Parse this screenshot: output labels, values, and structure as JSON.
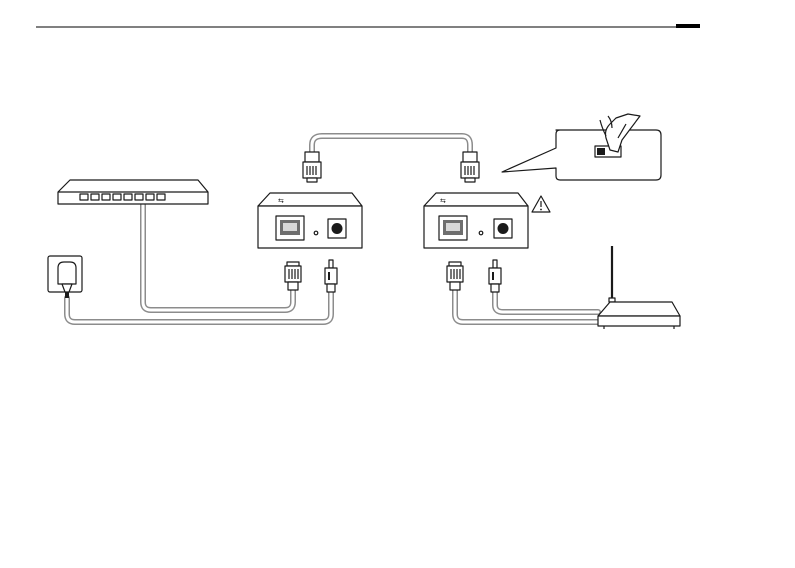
{
  "header": {
    "rule_color": "#000000",
    "tab_color": "#000000"
  },
  "diagram": {
    "devices": [
      {
        "name": "switch",
        "icon": "network-switch-icon"
      },
      {
        "name": "power-adapter",
        "icon": "power-adapter-icon"
      },
      {
        "name": "poe-injector",
        "icon": "poe-injector-icon"
      },
      {
        "name": "poe-splitter",
        "icon": "poe-splitter-icon"
      },
      {
        "name": "router",
        "icon": "wireless-router-icon"
      }
    ],
    "callout": {
      "icon": "switch-toggle-icon"
    },
    "warning": {
      "icon": "warning-icon"
    },
    "cable_color": "#8c8c8c"
  }
}
